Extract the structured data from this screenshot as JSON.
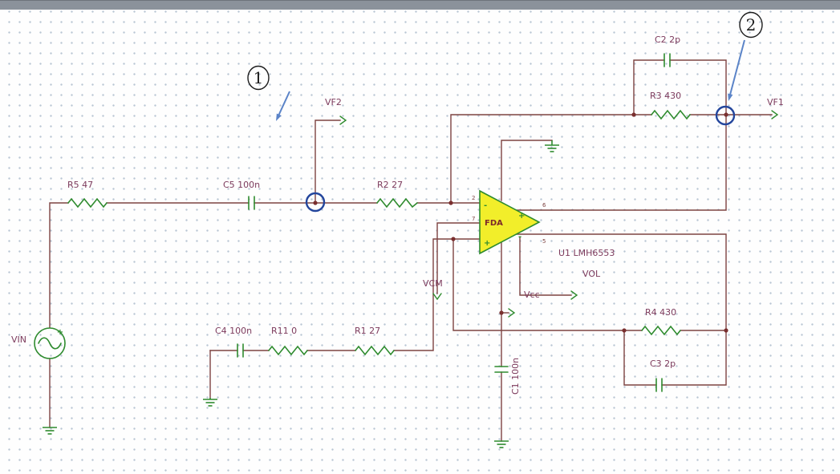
{
  "schematic": {
    "source": {
      "vin_label": "VIN",
      "vin_plus": "+"
    },
    "resistors": {
      "r5": "R5 47",
      "r2": "R2 27",
      "r3": "R3 430",
      "r4": "R4 430",
      "r11": "R11 0",
      "r1": "R1 27"
    },
    "capacitors": {
      "c5": "C5 100n",
      "c2": "C2 2p",
      "c3": "C3 2p",
      "c4": "C4 100n",
      "c1": "C1 100n"
    },
    "terminals": {
      "vf2": "VF2",
      "vf1": "VF1",
      "vcm": "VCM",
      "vcc": "Vcc",
      "vol": "VOL"
    },
    "opamp": {
      "name": "FDA",
      "designator": "U1 LMH6553",
      "pins": {
        "in_top": "2",
        "cm": "7",
        "out_top": "6",
        "out_bottom": "5"
      },
      "marks": {
        "in_top": "-",
        "in_bottom": "+",
        "out_top": "+",
        "out_bottom": "-"
      }
    }
  },
  "annotations": {
    "callout_1": "1",
    "callout_2": "2"
  },
  "colors": {
    "wire": "#7d4341",
    "component": "#2e8b2e",
    "label": "#7c3a5c",
    "opamp_fill": "#f2ee2a",
    "node_highlight": "#23459c",
    "callout_arrow": "#5b84c8",
    "grid_dot": "#b9c6d4",
    "titlebar": "#8b929b"
  }
}
